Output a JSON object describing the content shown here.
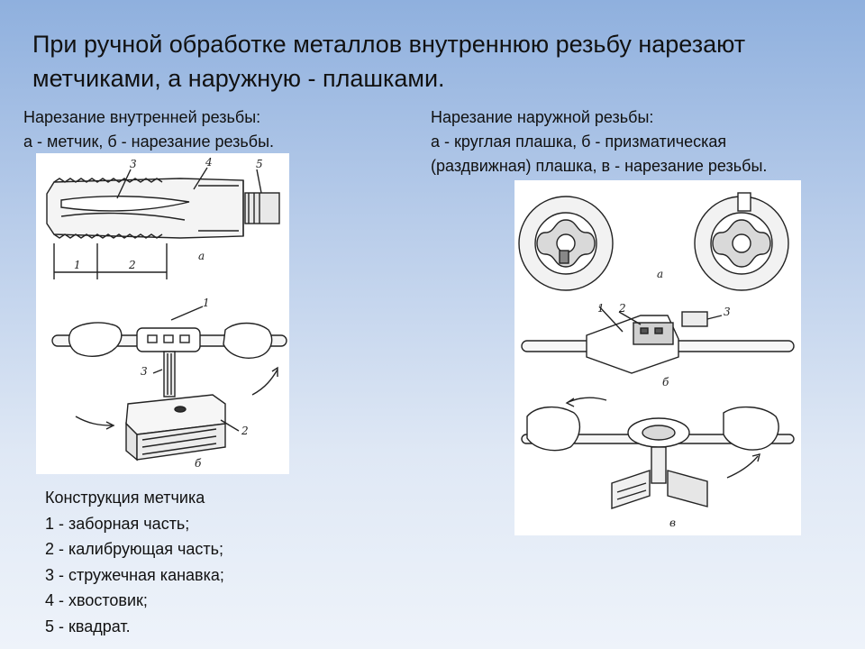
{
  "title": "При ручной обработке металлов внутреннюю резьбу нарезают метчиками, а наружную - плашками.",
  "left_caption": {
    "line1": "Нарезание внутренней резьбы:",
    "line2": "а - метчик, б - нарезание резьбы."
  },
  "right_caption": {
    "line1": "Нарезание наружной резьбы:",
    "line2": "а - круглая плашка, б - призматическая",
    "line3": "(раздвижная) плашка, в - нарезание резьбы."
  },
  "legend": {
    "title": "Конструкция метчика",
    "items": [
      "1 - заборная часть;",
      "2 - калибрующая часть;",
      "3 - стружечная канавка;",
      "4 - хвостовик;",
      "5 - квадрат."
    ]
  },
  "figure_left": {
    "label_a": "а",
    "label_b": "б",
    "n1": "1",
    "n2": "2",
    "n3": "3",
    "n4": "4",
    "n5": "5"
  },
  "figure_right": {
    "label_a": "а",
    "label_b": "б",
    "label_v": "в",
    "n1": "1",
    "n2": "2",
    "n3": "3"
  }
}
